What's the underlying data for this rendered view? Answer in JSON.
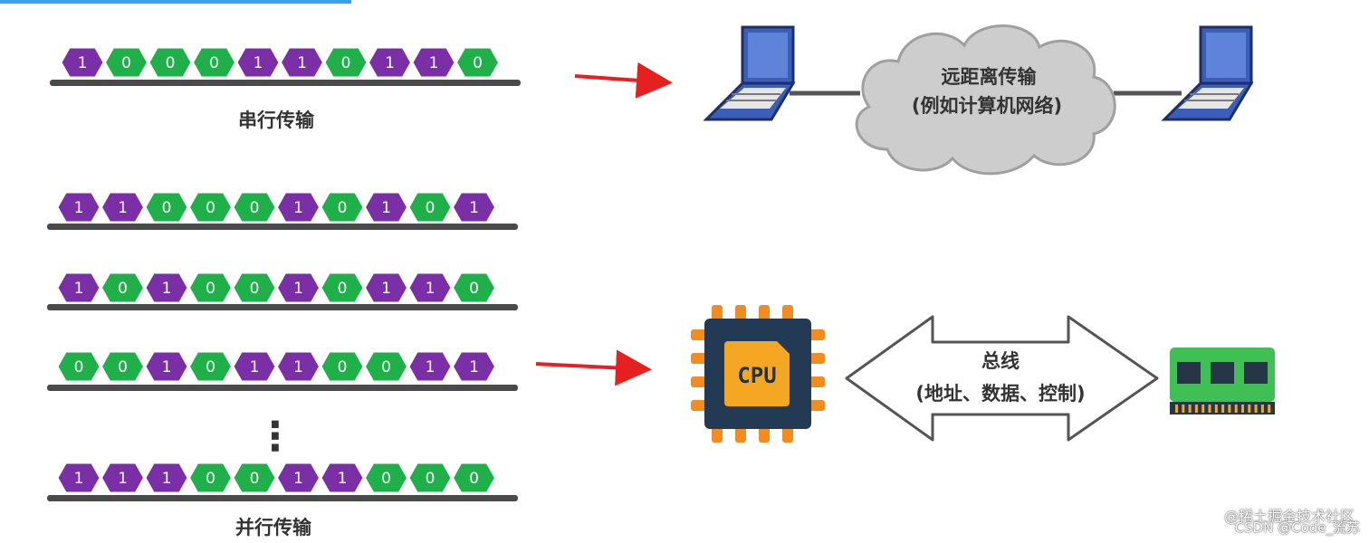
{
  "colors": {
    "one": "#7b2fa6",
    "zero": "#1fb04a",
    "arrow": "#e62020",
    "bar": "#4a4a4a"
  },
  "serial": {
    "bits": [
      "1",
      "0",
      "0",
      "0",
      "1",
      "1",
      "0",
      "1",
      "1",
      "0"
    ],
    "label": "串行传输"
  },
  "parallel": {
    "rows": [
      [
        "1",
        "1",
        "0",
        "0",
        "0",
        "1",
        "0",
        "1",
        "0",
        "1"
      ],
      [
        "1",
        "0",
        "1",
        "0",
        "0",
        "1",
        "0",
        "1",
        "1",
        "0"
      ],
      [
        "0",
        "0",
        "1",
        "0",
        "1",
        "1",
        "0",
        "0",
        "1",
        "1"
      ],
      [
        "1",
        "1",
        "1",
        "0",
        "0",
        "1",
        "1",
        "0",
        "0",
        "0"
      ]
    ],
    "ellipsis": "⋮",
    "label": "并行传输"
  },
  "network": {
    "line1": "远距离传输",
    "line2": "(例如计算机网络)"
  },
  "bus": {
    "cpu_label": "CPU",
    "line1": "总线",
    "line2": "(地址、数据、控制)"
  },
  "credits": {
    "line1": "@稀土掘金技术社区",
    "line2": "CSDN @Code_流苏"
  }
}
